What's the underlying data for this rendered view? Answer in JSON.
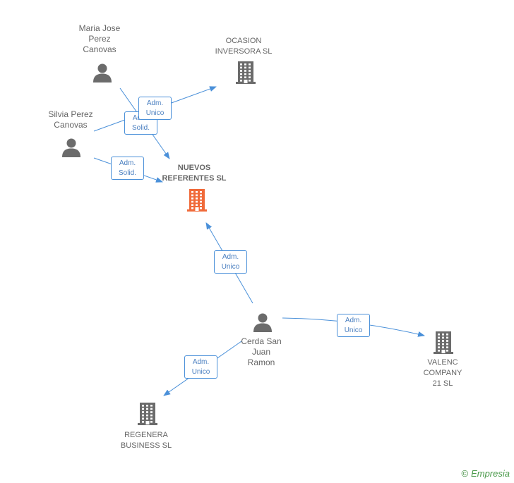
{
  "colors": {
    "edge": "#4a90d9",
    "person_icon": "#6b6b6b",
    "company_icon": "#6b6b6b",
    "focus_company_icon": "#f06a3a"
  },
  "people": [
    {
      "id": "maria",
      "name": "Maria Jose\nPerez\nCanovas"
    },
    {
      "id": "silvia",
      "name": "Silvia Perez\nCanovas"
    },
    {
      "id": "cerda",
      "name": "Cerda San\nJuan\nRamon"
    }
  ],
  "companies": [
    {
      "id": "ocasion",
      "name": "OCASION\nINVERSORA SL"
    },
    {
      "id": "nuevos",
      "name": "NUEVOS\nREFERENTES SL",
      "focus": true
    },
    {
      "id": "valenc",
      "name": "VALENC\nCOMPANY\n21 SL"
    },
    {
      "id": "regenera",
      "name": "REGENERA\nBUSINESS SL"
    }
  ],
  "edges": [
    {
      "from": "maria",
      "to": "nuevos",
      "label": "Adm.\nSolid."
    },
    {
      "from": "silvia",
      "to": "ocasion",
      "label": "Adm.\nUnico"
    },
    {
      "from": "silvia",
      "to": "nuevos",
      "label": "Adm.\nSolid."
    },
    {
      "from": "cerda",
      "to": "nuevos",
      "label": "Adm.\nUnico"
    },
    {
      "from": "cerda",
      "to": "valenc",
      "label": "Adm.\nUnico"
    },
    {
      "from": "cerda",
      "to": "regenera",
      "label": "Adm.\nUnico"
    }
  ],
  "brand": {
    "copyright": "©",
    "name": "Empresia"
  }
}
